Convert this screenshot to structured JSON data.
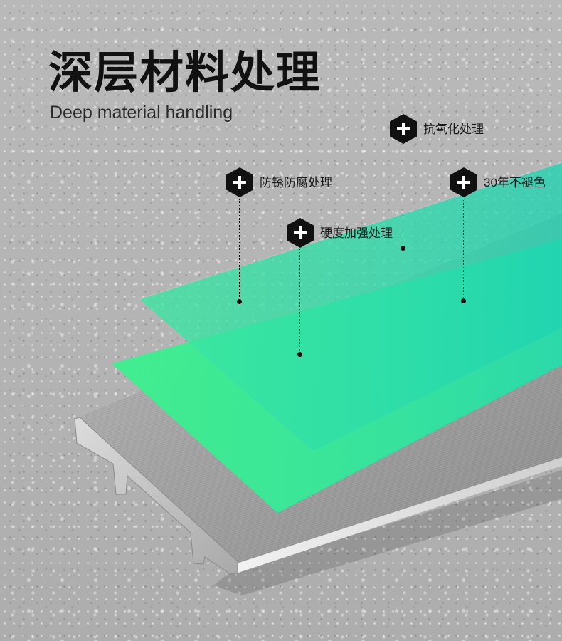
{
  "title": "深层材料处理",
  "subtitle": "Deep material handling",
  "features": [
    {
      "label": "抗氧化处理",
      "icon": "plus-hexagon-icon"
    },
    {
      "label": "防锈防腐处理",
      "icon": "plus-hexagon-icon"
    },
    {
      "label": "30年不褪色",
      "icon": "plus-hexagon-icon"
    },
    {
      "label": "硬度加强处理",
      "icon": "plus-hexagon-icon"
    }
  ],
  "colors": {
    "title": "#111111",
    "icon_fill": "#111111",
    "icon_symbol": "#ffffff",
    "background": "#b4b4b4",
    "accent_green": "#36e89a",
    "accent_teal": "#22d6b0",
    "metal": "#9a9a9a"
  }
}
